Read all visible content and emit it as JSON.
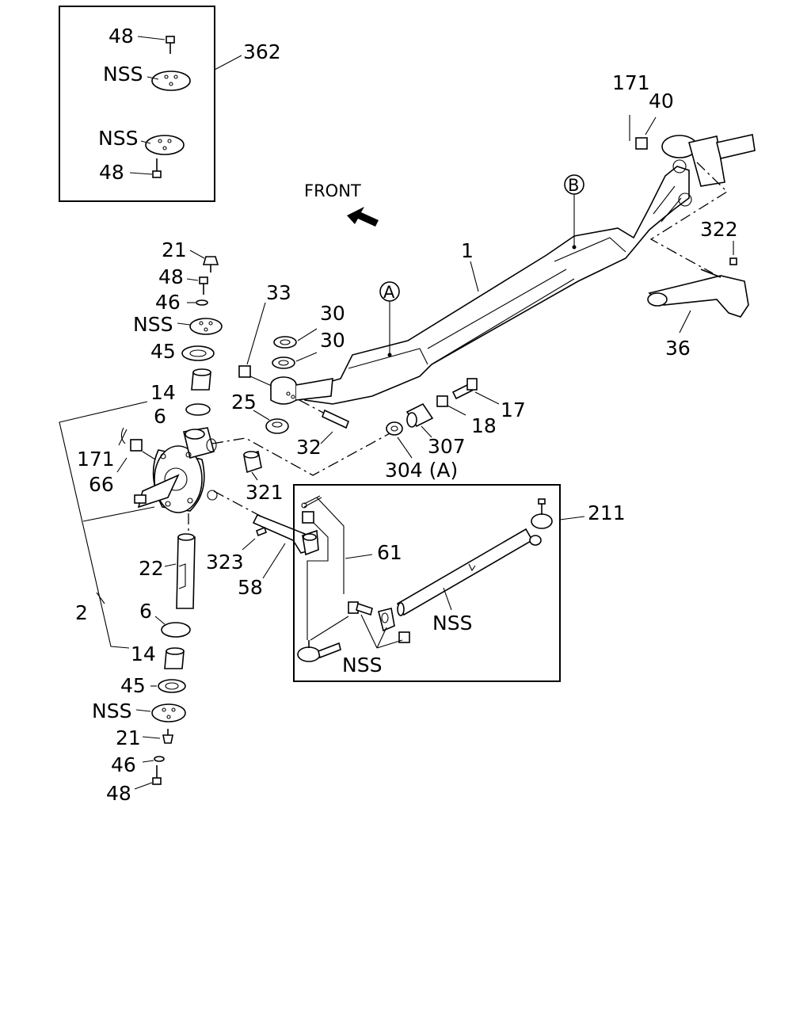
{
  "labels": {
    "front": "FRONT",
    "p362": "362",
    "box_48_top": "48",
    "box_nss_top": "NSS",
    "box_nss_bottom": "NSS",
    "box_48_bottom": "48",
    "p171_right": "171",
    "p40": "40",
    "marker_b": "B",
    "marker_a": "A",
    "p322": "322",
    "p1": "1",
    "p36": "36",
    "p21_top": "21",
    "p48_top": "48",
    "p46_top": "46",
    "nss_left_top": "NSS",
    "p45_top": "45",
    "p14_top": "14",
    "p6_top": "6",
    "p33": "33",
    "p30_a": "30",
    "p30_b": "30",
    "p25": "25",
    "p32": "32",
    "p17": "17",
    "p18": "18",
    "p307": "307",
    "p304": "304 (A)",
    "p171_left": "171",
    "p66": "66",
    "p321": "321",
    "p211": "211",
    "p61": "61",
    "p323": "323",
    "p58": "58",
    "p22": "22",
    "p2": "2",
    "p6_bottom": "6",
    "p14_bottom": "14",
    "p45_bottom": "45",
    "nss_left_bottom": "NSS",
    "p21_bottom": "21",
    "p46_bottom": "46",
    "p48_bottom": "48",
    "nss_tie_rod": "NSS",
    "nss_clamp": "NSS"
  }
}
